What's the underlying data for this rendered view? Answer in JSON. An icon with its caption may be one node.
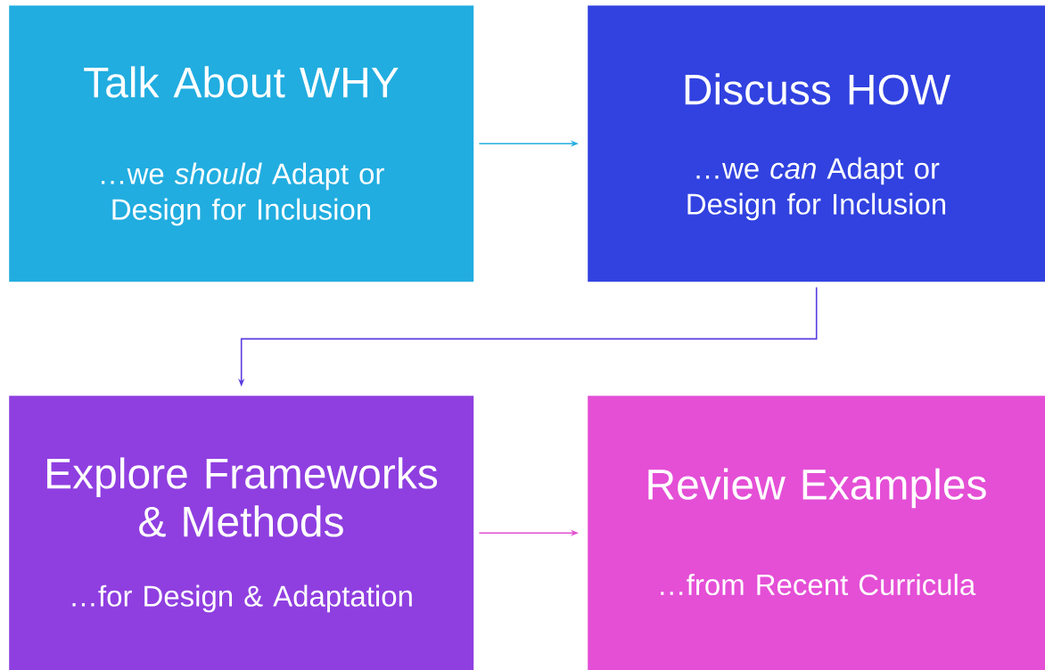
{
  "diagram": {
    "nodes": [
      {
        "text": [
          "Talk About WHY",
          "…we *should* Adapt or Design for Inclusion"
        ]
      },
      {
        "text": [
          "Discuss HOW",
          "…we *can* Adapt or Design for Inclusion"
        ]
      },
      {
        "text": [
          "Explore Frameworks & Methods",
          "…for Design & Adaptation"
        ]
      },
      {
        "text": [
          "Review Examples",
          "…from Recent Curricula"
        ]
      }
    ],
    "edges": [
      {
        "from": 0,
        "to": 1,
        "arrow": "to",
        "color": "#25aee0"
      },
      {
        "from": 1,
        "to": 2,
        "arrow": "to",
        "color": "#5a3be0"
      },
      {
        "from": 2,
        "to": 3,
        "arrow": "to",
        "color": "#e050d0"
      }
    ]
  }
}
